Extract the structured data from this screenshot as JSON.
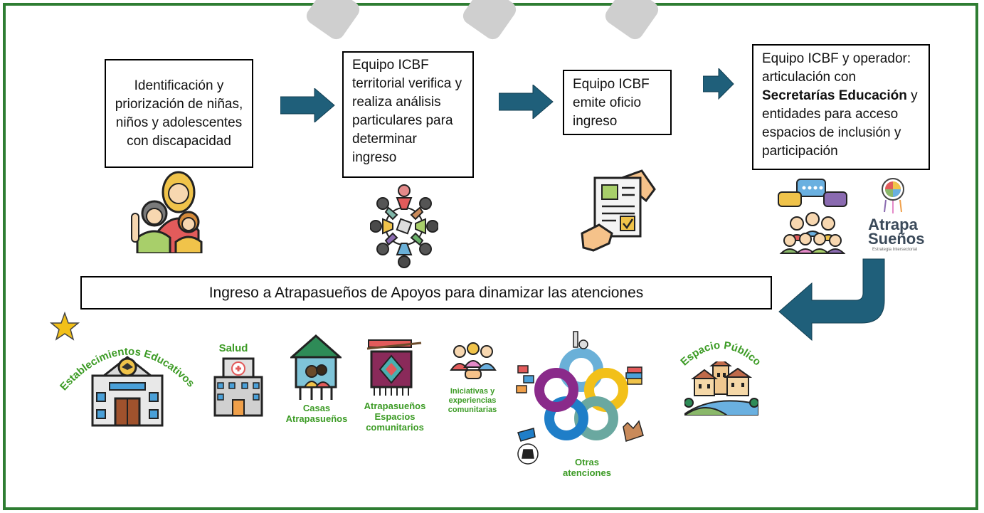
{
  "steps": [
    {
      "text": "Identificación y priorización de niñas, niños y adolescentes con discapacidad"
    },
    {
      "text": "Equipo ICBF territorial verifica y realiza análisis particulares para determinar ingreso"
    },
    {
      "text": "Equipo ICBF emite oficio ingreso"
    },
    {
      "text_before": "Equipo ICBF y operador: articulación con ",
      "text_bold": "Secretarías Educación",
      "text_after": " y entidades para acceso espacios de inclusión y participación"
    }
  ],
  "banner": "Ingreso a Atrapasueños de Apoyos para dinamizar las atenciones",
  "logo": {
    "line1": "Atrapa",
    "line2": "Sueños",
    "sub": "Estrategia Intersectorial"
  },
  "services": {
    "establecimientos": "Establecimientos Educativos",
    "salud": "Salud",
    "casas": "Casas Atrapasueños",
    "espacios": "Atrapasueños Espacios comunitarios",
    "iniciativas": "Iniciativas y experiencias comunitarias",
    "otras": "Otras atenciones",
    "espacio_publico": "Espacio Público"
  },
  "colors": {
    "frame": "#2e7d32",
    "arrow": "#1f5f7a",
    "label_green": "#3c9b25",
    "star": "#f2c019"
  },
  "icons": [
    "family-icon",
    "team-circle-icon",
    "document-handoff-icon",
    "chat-group-icon",
    "dreamcatcher-logo-icon",
    "school-icon",
    "hospital-icon",
    "house-icon",
    "loom-icon",
    "community-icon",
    "gears-icon",
    "town-icon",
    "star-icon"
  ]
}
